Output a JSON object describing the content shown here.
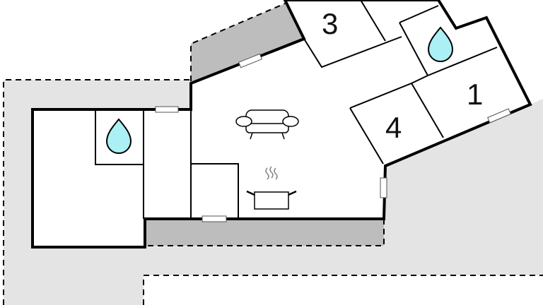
{
  "floorplan": {
    "rooms": [
      {
        "id": "room-3",
        "label": "3"
      },
      {
        "id": "room-4",
        "label": "4"
      },
      {
        "id": "room-1",
        "label": "1"
      }
    ],
    "icons": [
      "water-drop-icon",
      "water-drop-icon",
      "sofa-icon",
      "cooking-pot-icon"
    ],
    "colors": {
      "terrace": "#e4e4e4",
      "covered": "#bdbdbd",
      "water": "#aaf0f4",
      "wall": "#000000"
    }
  }
}
